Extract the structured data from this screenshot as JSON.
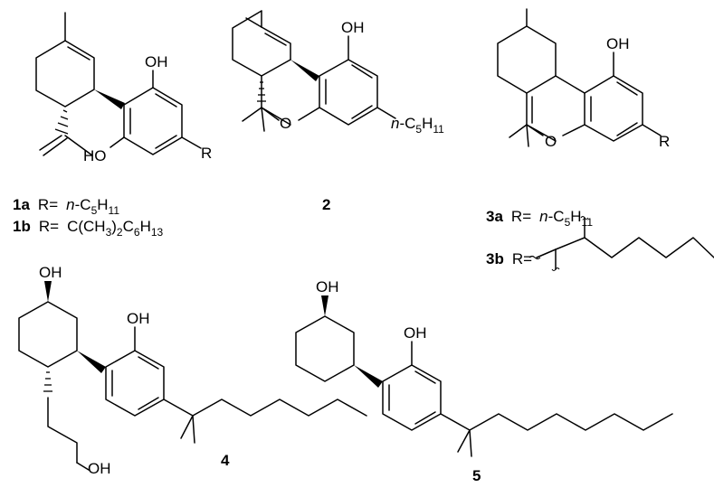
{
  "atoms": {
    "oh": "OH",
    "ho": "HO",
    "o": "O",
    "r": "R"
  },
  "labels": {
    "l1a_id": "1a",
    "l1a_r": "R=",
    "l1a_val": "n",
    "l1a_dash": "-C",
    "l1a_s1": "5",
    "l1a_h": "H",
    "l1a_s2": "11",
    "l1b_id": "1b",
    "l1b_r": "R=",
    "l1b_c1": "C(CH",
    "l1b_s1": "3",
    "l1b_c2": ")",
    "l1b_s2": "2",
    "l1b_c3": "C",
    "l1b_s3": "6",
    "l1b_c4": "H",
    "l1b_s4": "13",
    "c2_sub_n": "n",
    "c2_sub_c": "-C",
    "c2_sub_s1": "5",
    "c2_sub_h": "H",
    "c2_sub_s2": "11",
    "l3a_id": "3a",
    "l3a_r": "R=",
    "l3a_val": "n",
    "l3a_dash": "-C",
    "l3a_s1": "5",
    "l3a_h": "H",
    "l3a_s2": "11",
    "l3b_id": "3b",
    "l3b_r": "R="
  },
  "compound_ids": {
    "c2": "2",
    "c4": "4",
    "c5": "5"
  }
}
